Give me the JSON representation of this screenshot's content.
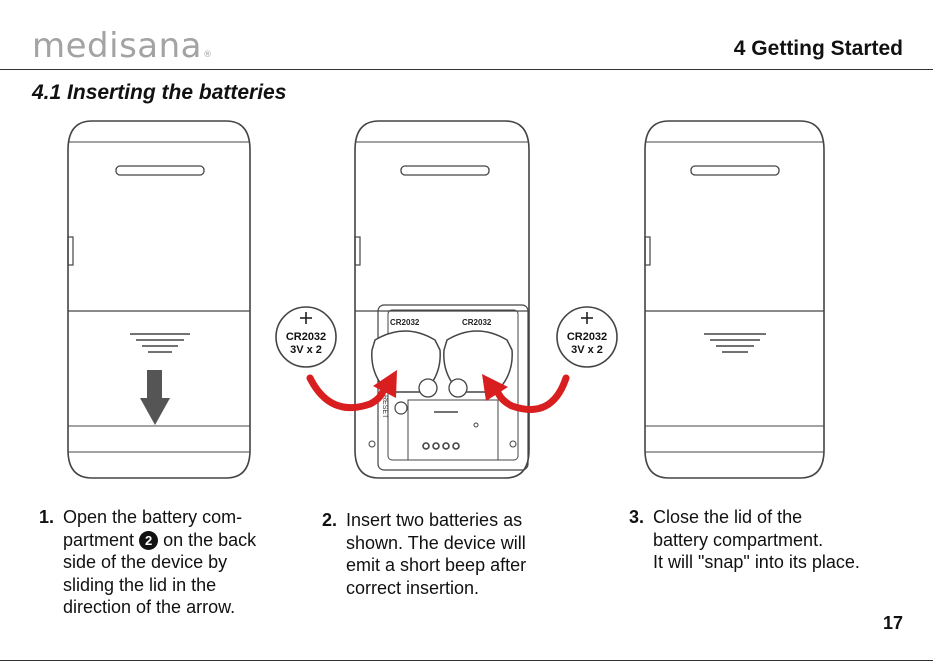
{
  "header": {
    "logo_text": "medisana",
    "logo_mark": "®",
    "chapter": "4 Getting Started"
  },
  "section": {
    "title": "4.1 Inserting the batteries"
  },
  "figure": {
    "battery_model": "CR2032",
    "battery_spec": "3V x 2",
    "slot_label": "CR2032",
    "reset_label": "RESET",
    "arrow_color": "#d81e1e",
    "outline_color": "#444444"
  },
  "steps": [
    {
      "number": "1.",
      "line1_before_badge": "Open the battery com-",
      "line2_before_badge": "partment",
      "badge": "2",
      "line2_after_badge": "on the back",
      "line3": "side of the device by",
      "line4": "sliding the lid in the",
      "line5": "direction of the arrow."
    },
    {
      "number": "2.",
      "lines": [
        "Insert two batteries as",
        "shown. The device will",
        "emit a short beep after",
        "correct insertion."
      ]
    },
    {
      "number": "3.",
      "lines": [
        "Close the lid of the",
        "battery compartment.",
        "It will \"snap\" into its place."
      ]
    }
  ],
  "footer": {
    "page_number": "17"
  }
}
